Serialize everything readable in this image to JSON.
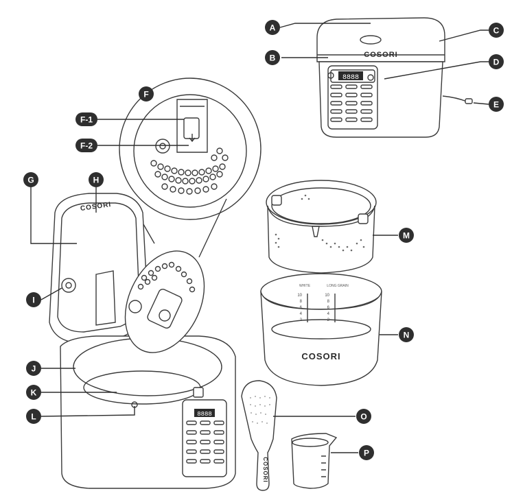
{
  "brand": "COSORI",
  "display_digits": "8888",
  "measure_labels": {
    "left_header": "WHITE",
    "right_header": "LONG GRAIN",
    "left_ticks": [
      "10",
      "8",
      "6",
      "4",
      "2"
    ],
    "right_ticks": [
      "10",
      "8",
      "6",
      "4",
      "2"
    ]
  },
  "callouts": {
    "A": "A",
    "B": "B",
    "C": "C",
    "D": "D",
    "E": "E",
    "F": "F",
    "F1": "F-1",
    "F2": "F-2",
    "G": "G",
    "H": "H",
    "I": "I",
    "J": "J",
    "K": "K",
    "L": "L",
    "M": "M",
    "N": "N",
    "O": "O",
    "P": "P"
  },
  "colors": {
    "callout_bg": "#2f2f2f",
    "line": "#3a3a3a",
    "background": "#ffffff"
  }
}
